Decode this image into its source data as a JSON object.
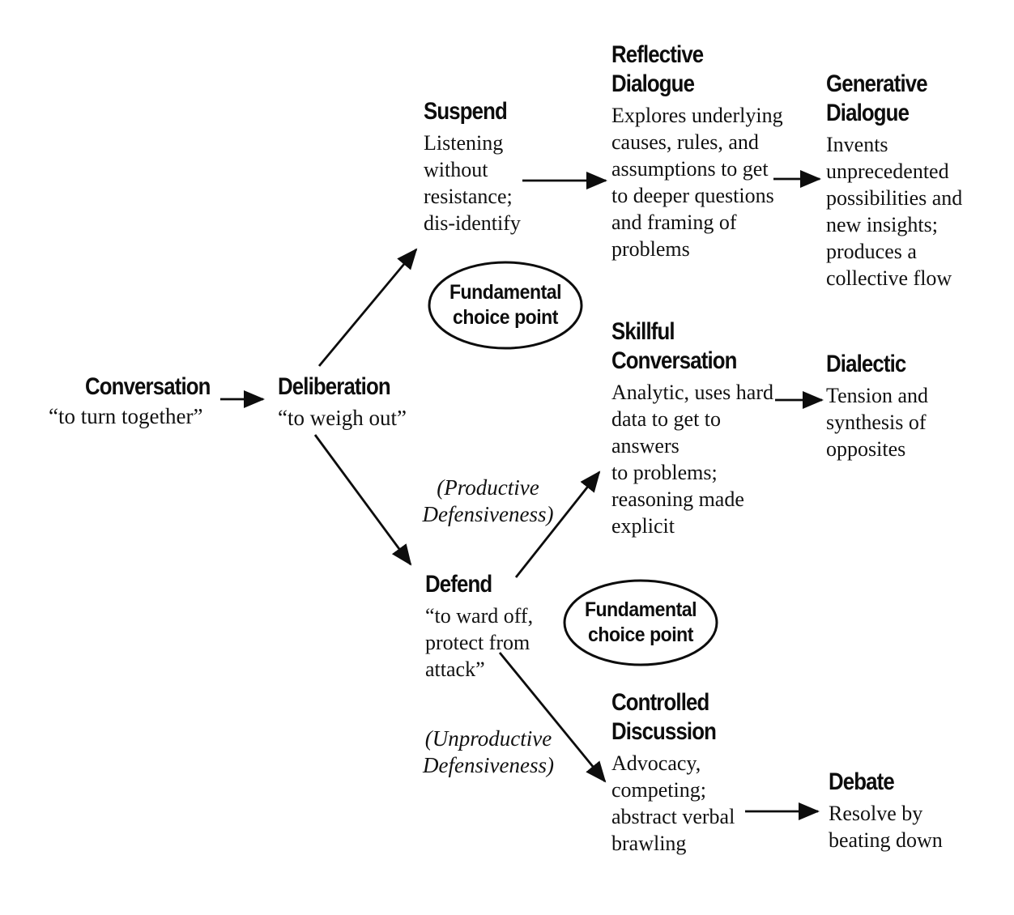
{
  "colors": {
    "ink": "#0d0d0d",
    "background": "#ffffff"
  },
  "nodes": {
    "conversation": {
      "title": "Conversation",
      "description": "“to turn together”"
    },
    "deliberation": {
      "title": "Deliberation",
      "description": "“to weigh out”"
    },
    "suspend": {
      "title": "Suspend",
      "description": "Listening\nwithout\nresistance;\ndis-identify"
    },
    "reflective_dialogue": {
      "title": "Reflective\nDialogue",
      "description": "Explores underlying\ncauses, rules, and\nassumptions to get\nto deeper questions\nand framing of\nproblems"
    },
    "generative_dialogue": {
      "title": "Generative\nDialogue",
      "description": "Invents\nunprecedented\npossibilities and\nnew insights;\nproduces a\ncollective flow"
    },
    "skillful_conversation": {
      "title": "Skillful\nConversation",
      "description": "Analytic, uses hard\ndata to get to\nanswers\nto problems;\nreasoning made\nexplicit"
    },
    "dialectic": {
      "title": "Dialectic",
      "description": "Tension and\nsynthesis of\nopposites"
    },
    "defend": {
      "title": "Defend",
      "description": "“to ward off,\nprotect from\nattack”"
    },
    "controlled_discussion": {
      "title": "Controlled\nDiscussion",
      "description": "Advocacy,\ncompeting;\nabstract verbal\nbrawling"
    },
    "debate": {
      "title": "Debate",
      "description": "Resolve by\nbeating down"
    }
  },
  "labels": {
    "choice_point_upper": "Fundamental\nchoice point",
    "choice_point_lower": "Fundamental\nchoice point",
    "productive_defensiveness": "(Productive\nDefensiveness)",
    "unproductive_defensiveness": "(Unproductive\nDefensiveness)"
  }
}
